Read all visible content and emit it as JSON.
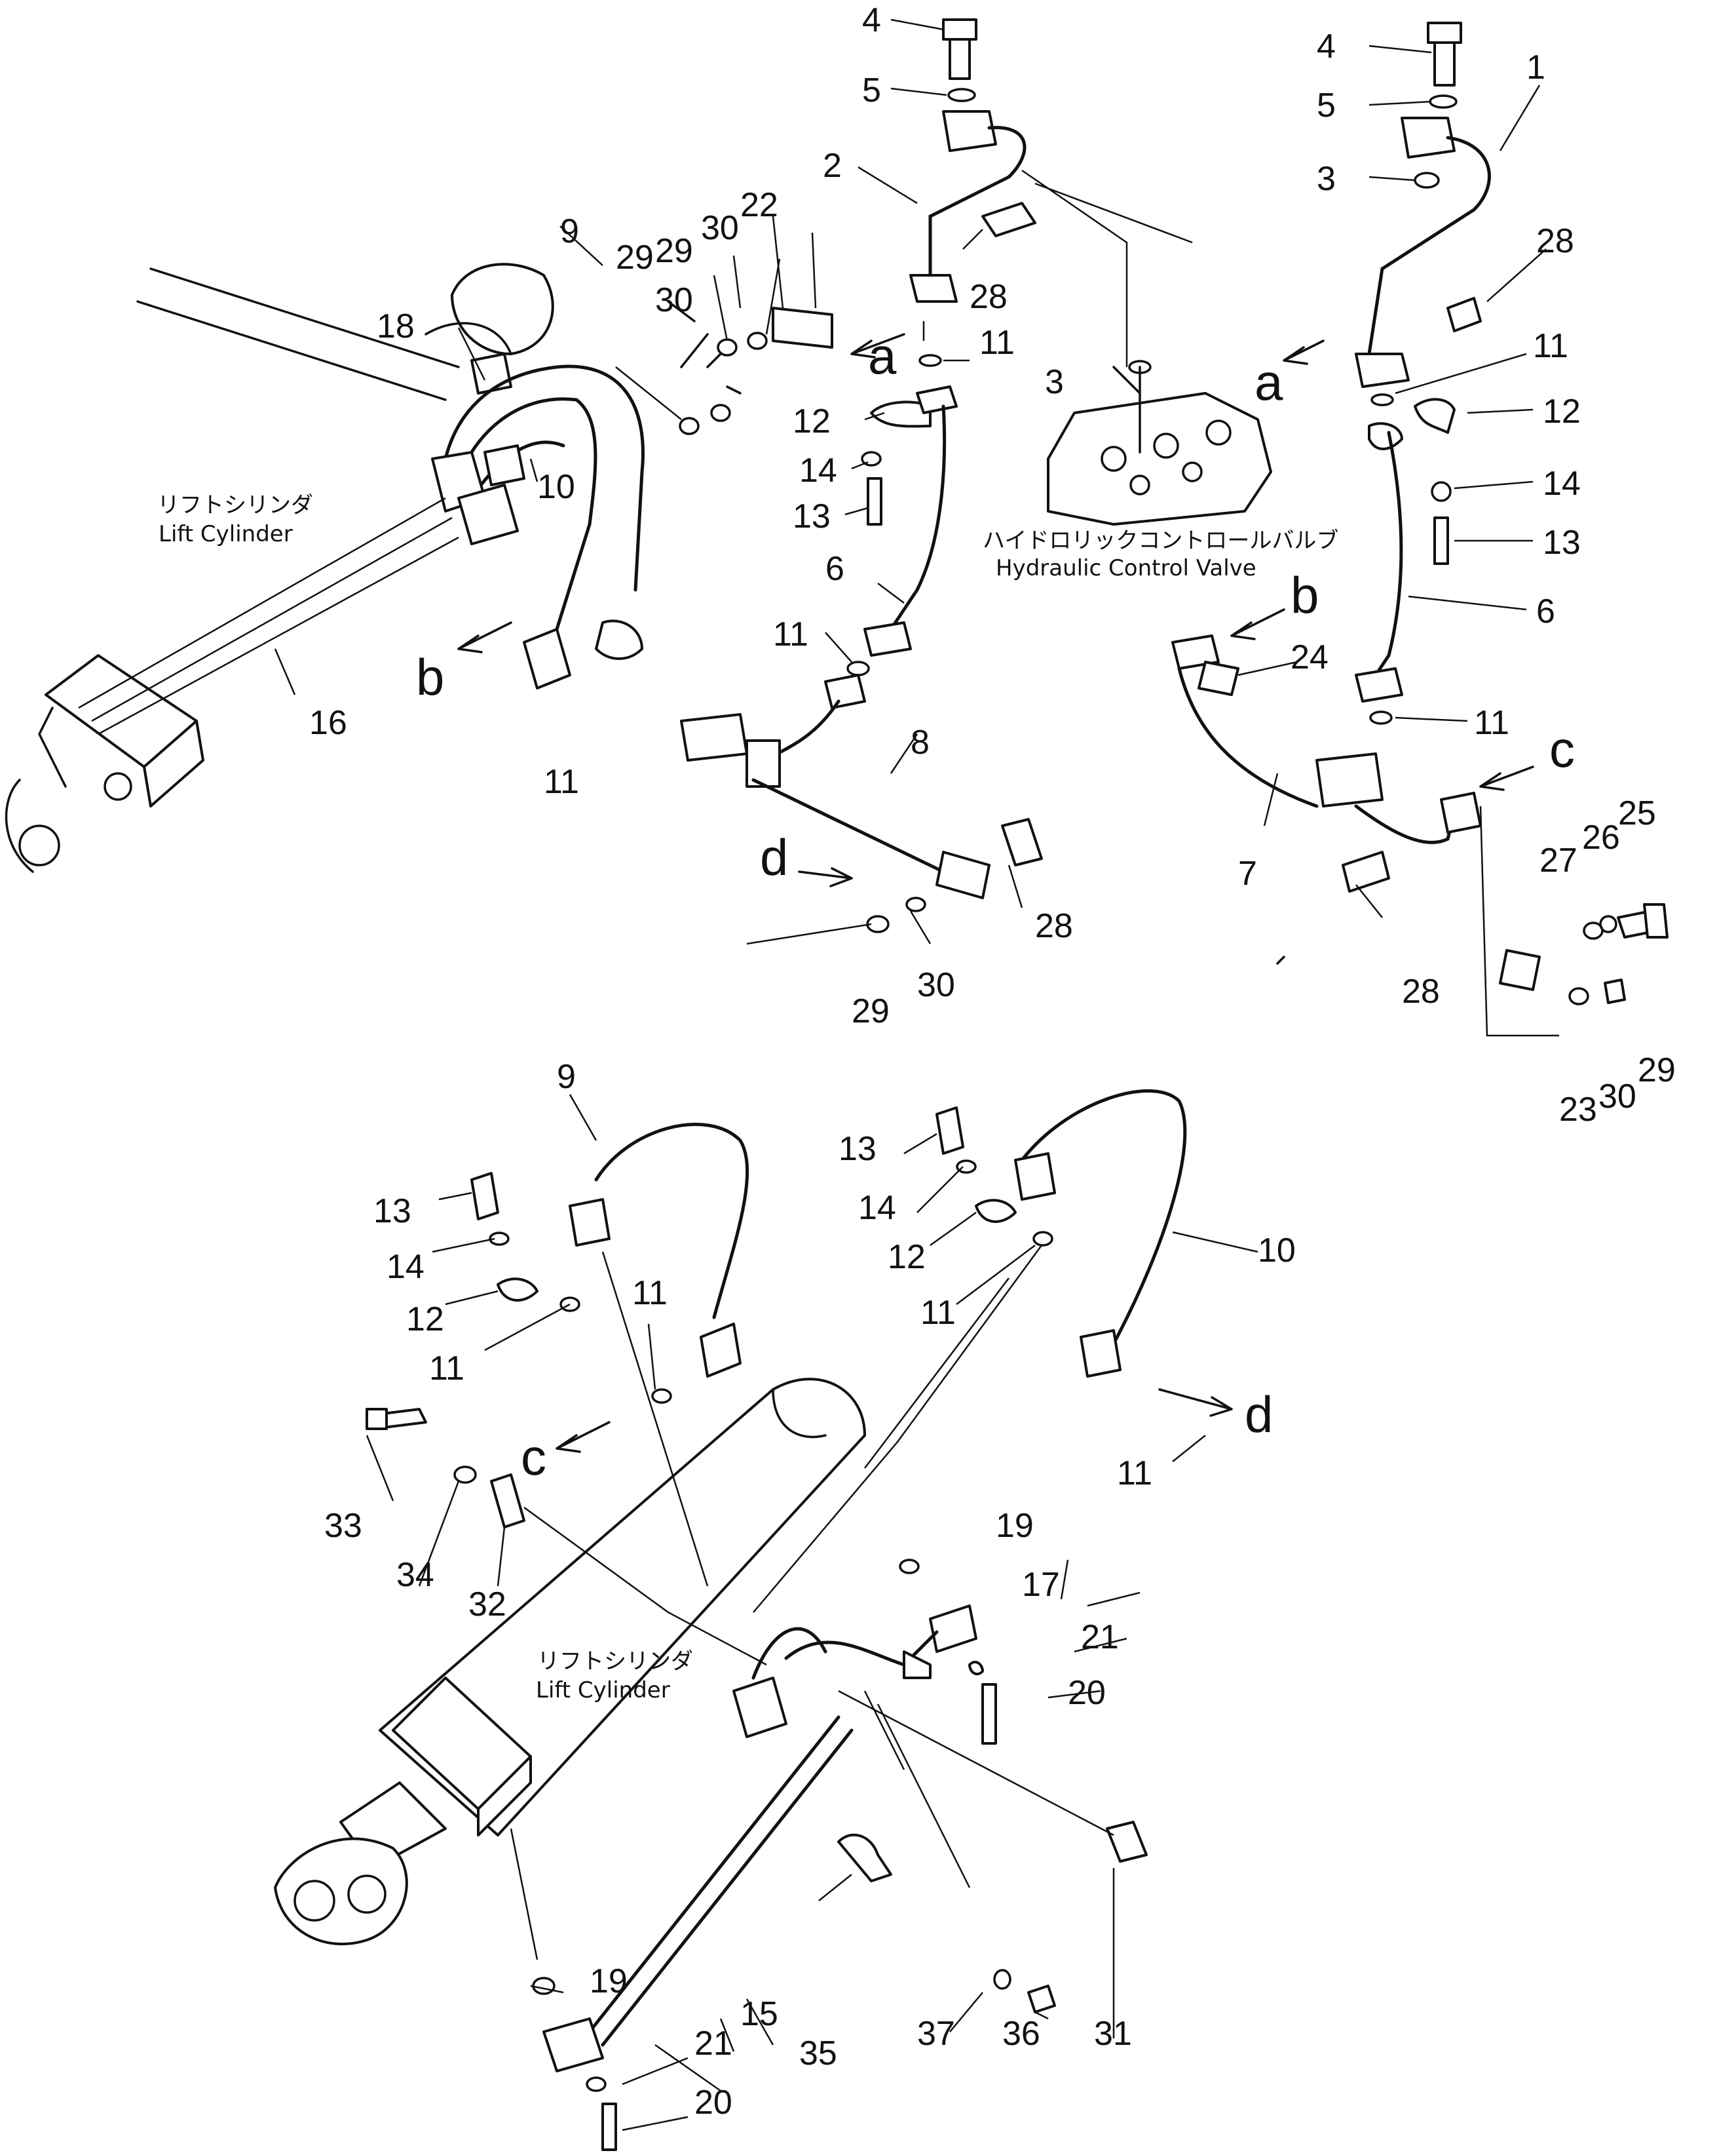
{
  "captions": {
    "lift_cylinder_jp": "リフトシリンダ",
    "lift_cylinder_en": "Lift Cylinder",
    "hcv_jp": "ハイドロリックコントロールバルブ",
    "hcv_en": "Hydraulic Control Valve"
  },
  "refs": {
    "a": "a",
    "b": "b",
    "c": "c",
    "d": "d"
  },
  "callouts": [
    "1",
    "2",
    "3",
    "4",
    "5",
    "6",
    "7",
    "8",
    "9",
    "10",
    "11",
    "12",
    "13",
    "14",
    "15",
    "16",
    "17",
    "18",
    "19",
    "20",
    "21",
    "22",
    "23",
    "24",
    "25",
    "26",
    "27",
    "28",
    "29",
    "30",
    "31",
    "32",
    "33",
    "34",
    "35",
    "36",
    "37"
  ]
}
